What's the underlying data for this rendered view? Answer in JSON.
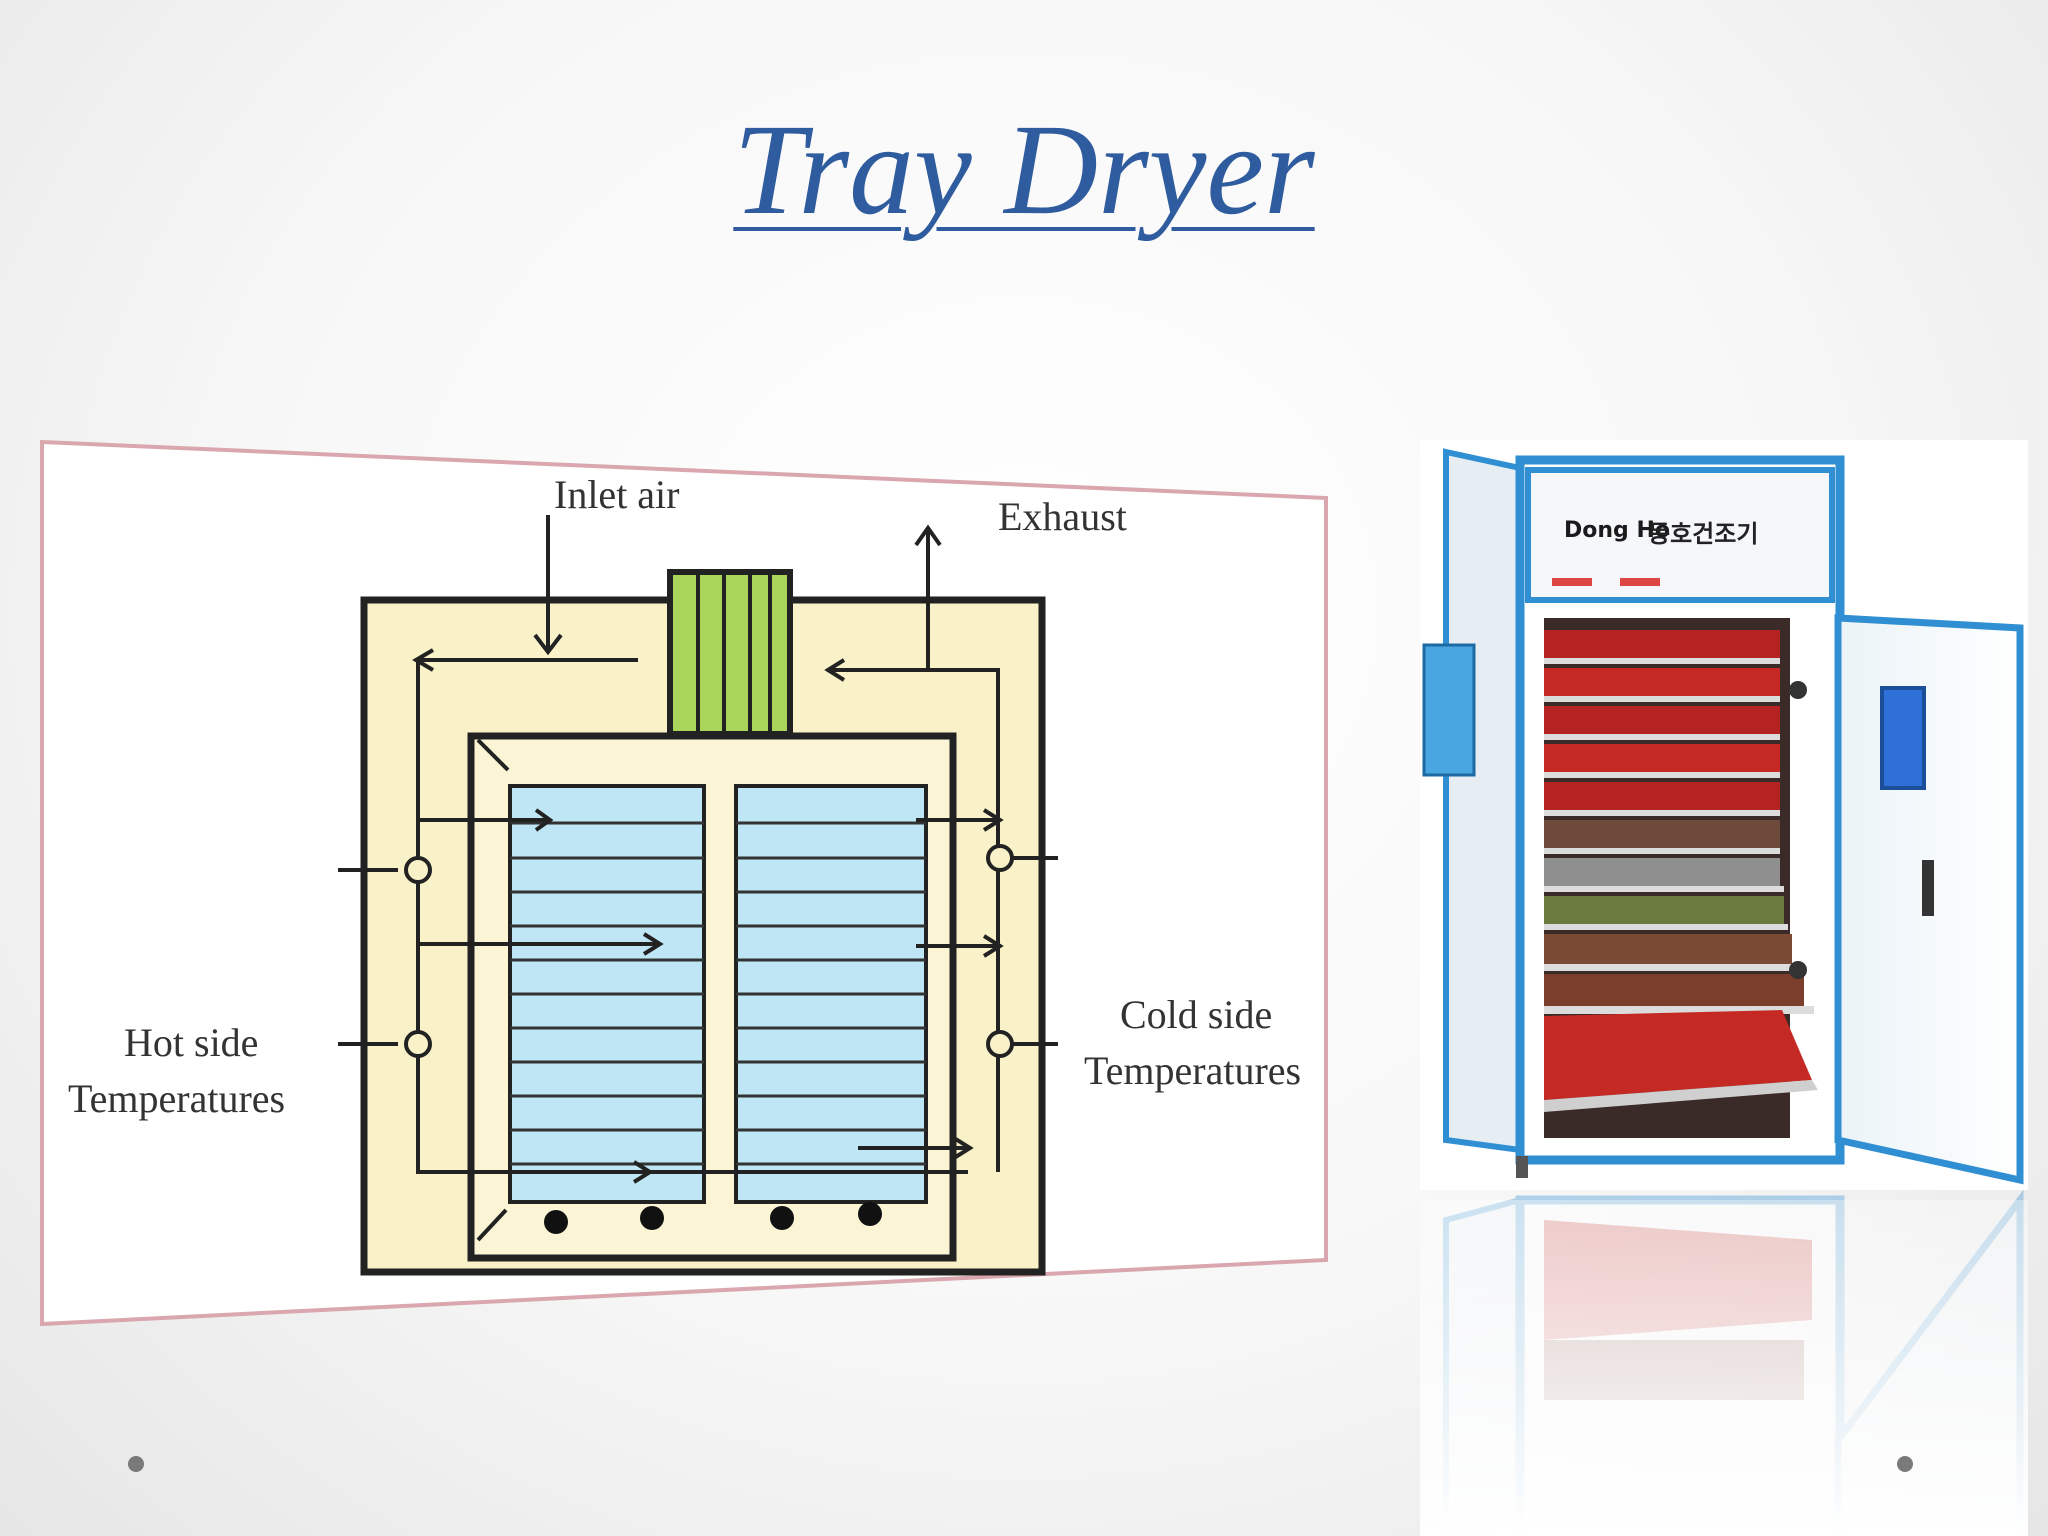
{
  "title": "Tray Dryer",
  "diagram": {
    "inlet_label": "Inlet air",
    "exhaust_label": "Exhaust",
    "hot_side_label_line1": "Hot side",
    "hot_side_label_line2": "Temperatures",
    "cold_side_label_line1": "Cold side",
    "cold_side_label_line2": "Temperatures"
  },
  "photo": {
    "brand_logo": "Dong Ho",
    "brand_name": "동호건조기"
  },
  "colors": {
    "title": "#2f5c9e",
    "chamber_fill": "#f9f1c8",
    "tray_fill": "#bfe6f4",
    "fan_fill": "#a9d65a",
    "frame_border": "#d9a7ad",
    "cabinet_blue": "#2f8fd2"
  }
}
